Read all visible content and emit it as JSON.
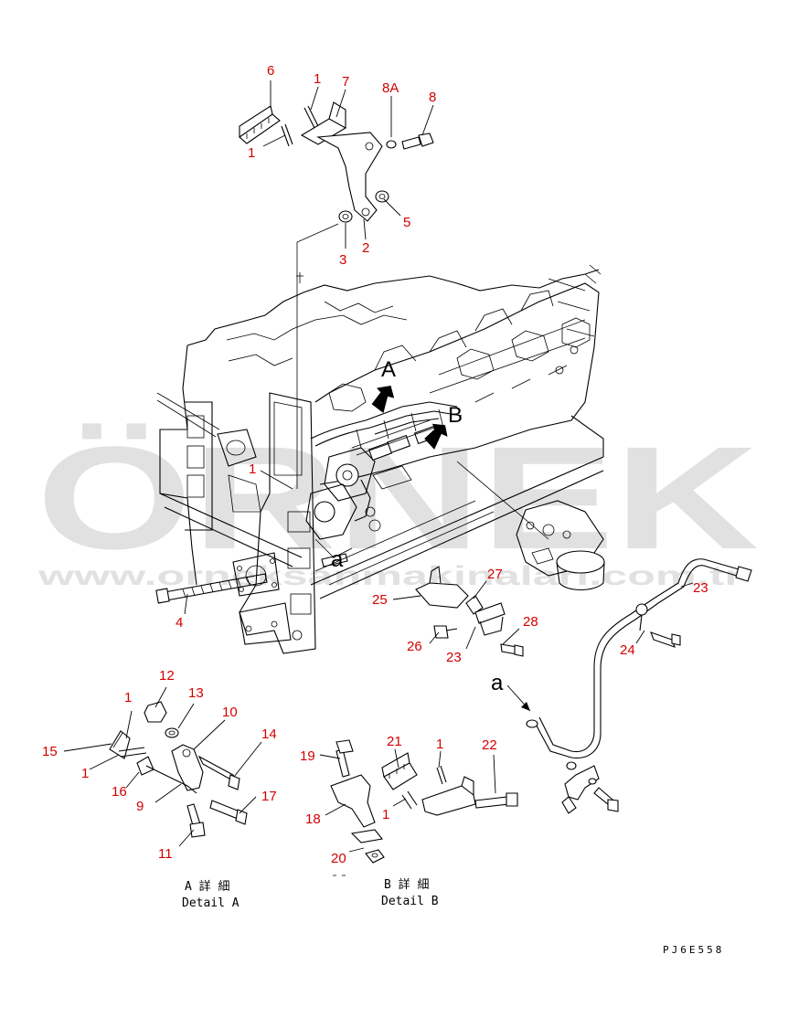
{
  "diagram": {
    "drawing_code": "PJ6E558",
    "view_labels": {
      "a": "A",
      "b": "B",
      "arrow_a": "a",
      "engine_a": "a"
    },
    "detail_captions": [
      {
        "jp": "A 詳 細",
        "en": "Detail A"
      },
      {
        "jp": "B 詳 細",
        "en": "Detail B"
      }
    ],
    "callouts": [
      {
        "id": "c6",
        "label": "6"
      },
      {
        "id": "c1a",
        "label": "1"
      },
      {
        "id": "c7",
        "label": "7"
      },
      {
        "id": "c8a",
        "label": "8A"
      },
      {
        "id": "c8",
        "label": "8"
      },
      {
        "id": "c1b",
        "label": "1"
      },
      {
        "id": "c5",
        "label": "5"
      },
      {
        "id": "c3",
        "label": "3"
      },
      {
        "id": "c2",
        "label": "2"
      },
      {
        "id": "c1c",
        "label": "1"
      },
      {
        "id": "c4",
        "label": "4"
      },
      {
        "id": "c27",
        "label": "27"
      },
      {
        "id": "c25",
        "label": "25"
      },
      {
        "id": "c28",
        "label": "28"
      },
      {
        "id": "c26",
        "label": "26"
      },
      {
        "id": "c23a",
        "label": "23"
      },
      {
        "id": "c23b",
        "label": "23"
      },
      {
        "id": "c24",
        "label": "24"
      },
      {
        "id": "c12",
        "label": "12"
      },
      {
        "id": "c13",
        "label": "13"
      },
      {
        "id": "c1d",
        "label": "1"
      },
      {
        "id": "c10",
        "label": "10"
      },
      {
        "id": "c14",
        "label": "14"
      },
      {
        "id": "c15",
        "label": "15"
      },
      {
        "id": "c1e",
        "label": "1"
      },
      {
        "id": "c16",
        "label": "16"
      },
      {
        "id": "c9",
        "label": "9"
      },
      {
        "id": "c17",
        "label": "17"
      },
      {
        "id": "c11",
        "label": "11"
      },
      {
        "id": "c19",
        "label": "19"
      },
      {
        "id": "c21",
        "label": "21"
      },
      {
        "id": "c1f",
        "label": "1"
      },
      {
        "id": "c22",
        "label": "22"
      },
      {
        "id": "c18",
        "label": "18"
      },
      {
        "id": "c1g",
        "label": "1"
      },
      {
        "id": "c20",
        "label": "20"
      }
    ]
  },
  "watermark": {
    "brand": "ÖRNEK",
    "url": "www.orneksanmakinalari.com.tr",
    "colors": {
      "text": "#c9c9c9",
      "dots": "#f3e6a6"
    }
  },
  "colors": {
    "callout": "#d40000",
    "line": "#000000",
    "background": "#ffffff"
  }
}
